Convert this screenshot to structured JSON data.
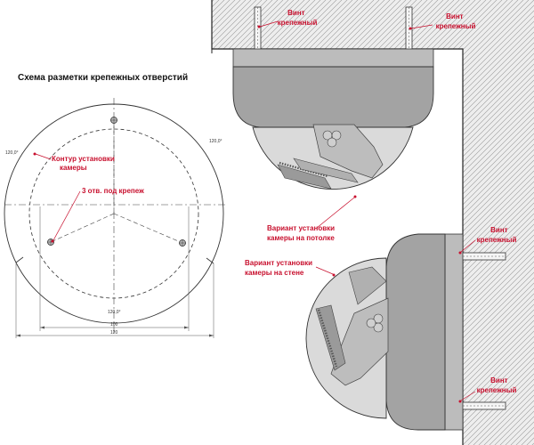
{
  "diagram": {
    "title": "Схема разметки крепежных отверстий",
    "labels": {
      "camera_outline": [
        "Контур установки",
        "камеры"
      ],
      "holes": "3 отв. под крепеж",
      "ceiling_variant": [
        "Вариант установки",
        "камеры на потолке"
      ],
      "wall_variant": [
        "Вариант установки",
        "камеры на стене"
      ],
      "screw": [
        "Винт",
        "крепежный"
      ]
    },
    "dimensions": {
      "angle_top_left": "120,0°",
      "angle_top_right": "120,0°",
      "angle_bottom": "120,0°",
      "inner_width": "100",
      "outer_width": "120"
    },
    "colors": {
      "label_red": "#c8102e",
      "wall_gray": "#e8e8e8",
      "camera_body": "#a3a3a3",
      "dome": "#dadada"
    }
  }
}
